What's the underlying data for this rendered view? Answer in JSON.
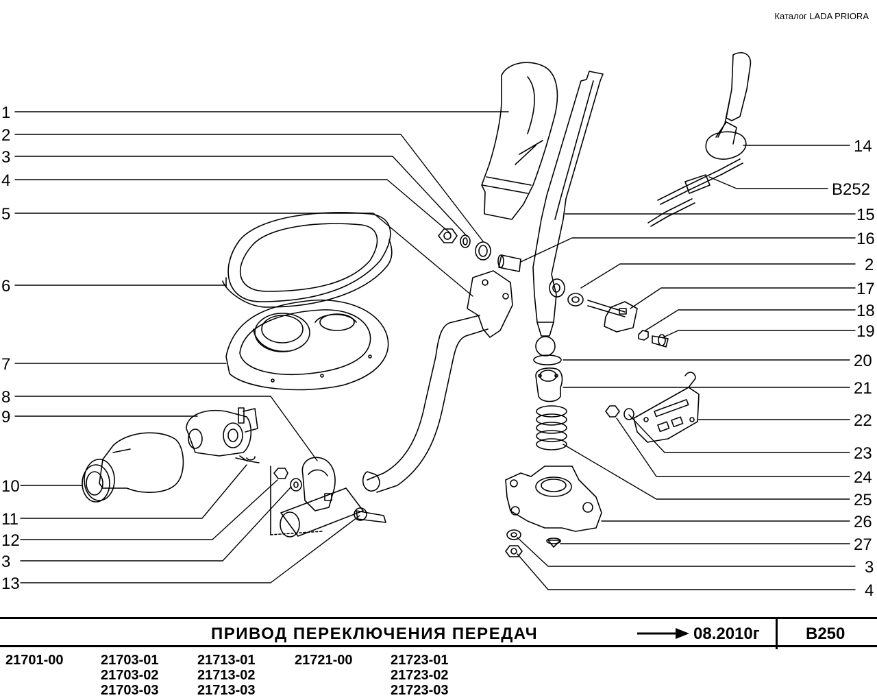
{
  "header": {
    "catalog": "Каталог  LADA  PRIORA"
  },
  "callouts_left": [
    "1",
    "2",
    "3",
    "4",
    "5",
    "6",
    "7",
    "8",
    "9",
    "10",
    "11",
    "12",
    "3",
    "13"
  ],
  "callouts_right": [
    "14",
    "В252",
    "15",
    "16",
    "2",
    "17",
    "18",
    "19",
    "20",
    "21",
    "22",
    "23",
    "24",
    "25",
    "26",
    "27",
    "3",
    "4"
  ],
  "footer": {
    "title": "ПРИВОД   ПЕРЕКЛЮЧЕНИЯ   ПЕРЕДАЧ",
    "date": "08.2010г",
    "page_code": "В250"
  },
  "models": [
    [
      "21701-00"
    ],
    [
      "21703-01",
      "21703-02",
      "21703-03"
    ],
    [
      "21713-01",
      "21713-02",
      "21713-03"
    ],
    [
      "21721-00"
    ],
    [
      "21723-01",
      "21723-02",
      "21723-03"
    ]
  ]
}
